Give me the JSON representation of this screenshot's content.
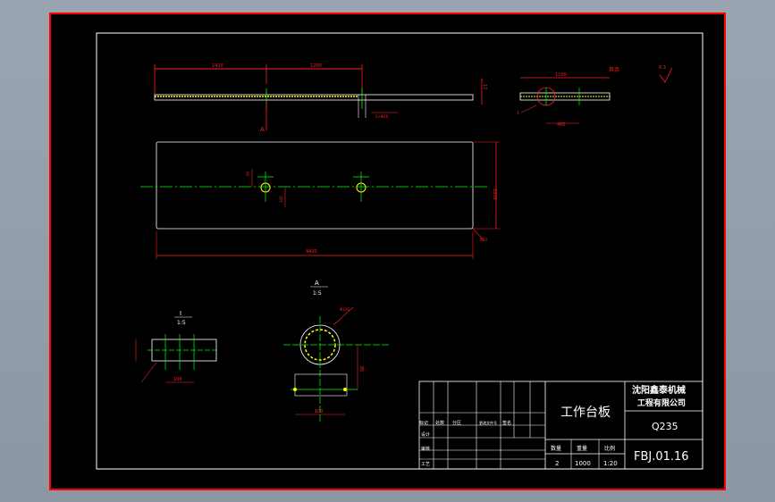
{
  "drawing": {
    "title_cn": "工作台板",
    "company_line1": "沈阳鑫泰机械",
    "company_line2": "工程有限公司",
    "material": "Q235",
    "drawing_number": "FBJ.01.16",
    "quantity_label": "数量",
    "weight_label": "重量",
    "scale_label": "比例",
    "quantity": "2",
    "weight": "1000",
    "scale": "1:20",
    "row_labels": [
      "标记",
      "设计",
      "审核",
      "工艺"
    ],
    "header_cells": [
      "处数",
      "分区",
      "更改文件号",
      "签名"
    ],
    "surface_note": "其余",
    "roughness_value": "6.3"
  },
  "dimensions": {
    "top_view_left": "1410",
    "top_view_mid": "1200",
    "top_view_thickness": "12",
    "side_view_length": "1100",
    "side_view_bottom": "400",
    "plate_width": "1000",
    "plate_length": "4400",
    "corner_chamfer": "R20",
    "hole_offset": "50",
    "hole_spacing": "100",
    "section_label": "A",
    "section_scale": "1:5",
    "detail_label": "I",
    "detail_scale": "1:5",
    "detail_width": "100",
    "section_hole": "Φ120",
    "section_span": "100",
    "section_height": "85"
  },
  "colors": {
    "frame": "#ff0000",
    "outline": "#ffffff",
    "centerline": "#00ff00",
    "dimension": "#ff2020",
    "hatch": "#ffff00",
    "background": "#000000"
  }
}
